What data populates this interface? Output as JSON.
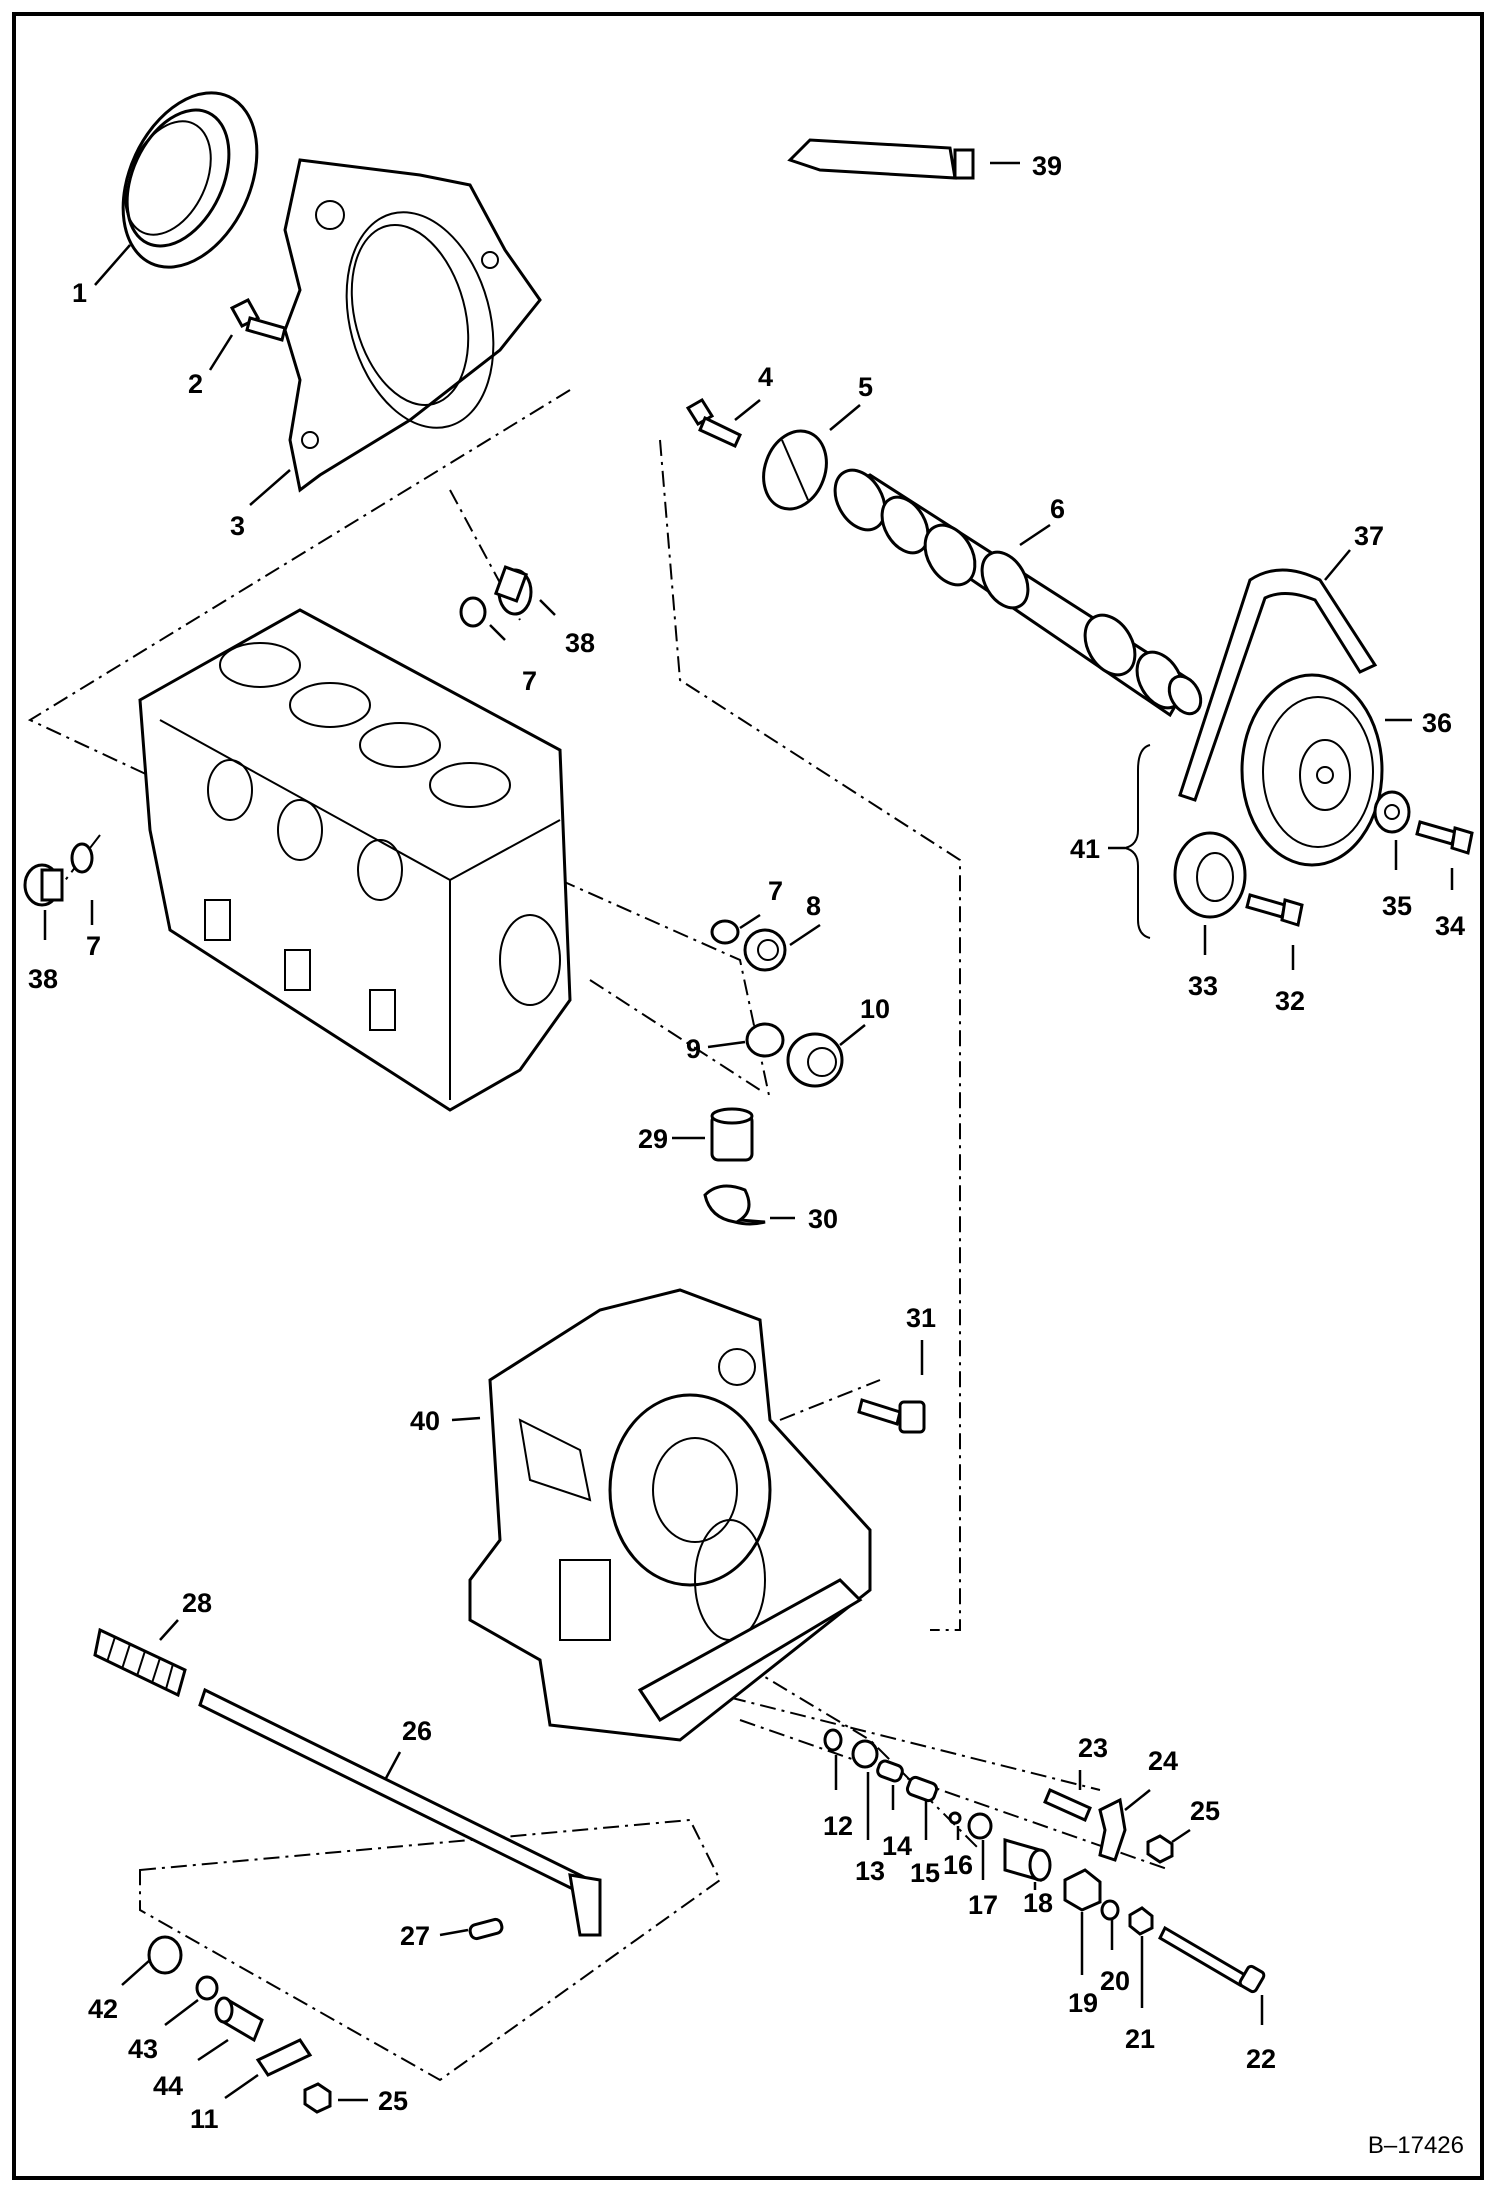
{
  "figure_ref": "B–17426",
  "callouts": [
    {
      "id": "1",
      "label": "1"
    },
    {
      "id": "2",
      "label": "2"
    },
    {
      "id": "3",
      "label": "3"
    },
    {
      "id": "4",
      "label": "4"
    },
    {
      "id": "5",
      "label": "5"
    },
    {
      "id": "6",
      "label": "6"
    },
    {
      "id": "7a",
      "label": "7"
    },
    {
      "id": "7b",
      "label": "7"
    },
    {
      "id": "7c",
      "label": "7"
    },
    {
      "id": "8",
      "label": "8"
    },
    {
      "id": "9",
      "label": "9"
    },
    {
      "id": "10",
      "label": "10"
    },
    {
      "id": "11",
      "label": "11"
    },
    {
      "id": "12",
      "label": "12"
    },
    {
      "id": "13",
      "label": "13"
    },
    {
      "id": "14",
      "label": "14"
    },
    {
      "id": "15",
      "label": "15"
    },
    {
      "id": "16",
      "label": "16"
    },
    {
      "id": "17",
      "label": "17"
    },
    {
      "id": "18",
      "label": "18"
    },
    {
      "id": "19",
      "label": "19"
    },
    {
      "id": "20",
      "label": "20"
    },
    {
      "id": "21",
      "label": "21"
    },
    {
      "id": "22",
      "label": "22"
    },
    {
      "id": "23",
      "label": "23"
    },
    {
      "id": "24",
      "label": "24"
    },
    {
      "id": "25a",
      "label": "25"
    },
    {
      "id": "25b",
      "label": "25"
    },
    {
      "id": "26",
      "label": "26"
    },
    {
      "id": "27",
      "label": "27"
    },
    {
      "id": "28",
      "label": "28"
    },
    {
      "id": "29",
      "label": "29"
    },
    {
      "id": "30",
      "label": "30"
    },
    {
      "id": "31",
      "label": "31"
    },
    {
      "id": "32",
      "label": "32"
    },
    {
      "id": "33",
      "label": "33"
    },
    {
      "id": "34",
      "label": "34"
    },
    {
      "id": "35",
      "label": "35"
    },
    {
      "id": "36",
      "label": "36"
    },
    {
      "id": "37",
      "label": "37"
    },
    {
      "id": "38a",
      "label": "38"
    },
    {
      "id": "38b",
      "label": "38"
    },
    {
      "id": "39",
      "label": "39"
    },
    {
      "id": "40",
      "label": "40"
    },
    {
      "id": "41",
      "label": "41"
    },
    {
      "id": "42",
      "label": "42"
    },
    {
      "id": "43",
      "label": "43"
    },
    {
      "id": "44",
      "label": "44"
    }
  ]
}
